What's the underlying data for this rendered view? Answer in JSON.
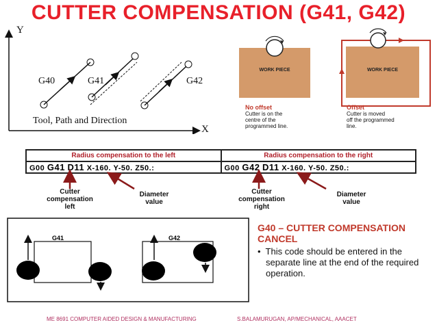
{
  "title": "CUTTER COMPENSATION (G41, G42)",
  "left_diagram": {
    "y_axis": "Y",
    "x_axis": "X",
    "labels": [
      "G40",
      "G41",
      "G42"
    ],
    "caption": "Tool, Path and Direction"
  },
  "workpieces": {
    "label": "WORK PIECE",
    "no_offset": {
      "title": "No offset",
      "lines": [
        "Cutter is on the",
        "centre of the",
        "programmed line."
      ]
    },
    "offset": {
      "title": "Offset",
      "lines": [
        "Cutter is moved",
        "off the programmed",
        "line."
      ]
    }
  },
  "command_table": {
    "left_header": "Radius compensation to the left",
    "right_header": "Radius compensation to the right",
    "left_code": {
      "pre": "G00 ",
      "g": "G41",
      "d": "D11",
      "post": " X-160.  Y-50.  Z50.:"
    },
    "right_code": {
      "pre": "G00 ",
      "g": "G42",
      "d": "D11",
      "post": " X-160.  Y-50.  Z50.:"
    }
  },
  "annotations": {
    "left_comp": [
      "Cutter",
      "compensation",
      "left"
    ],
    "left_diam": [
      "Diameter",
      "value"
    ],
    "right_comp": [
      "Cutter",
      "compensation",
      "right"
    ],
    "right_diam": [
      "Diameter",
      "value"
    ]
  },
  "lower_diagram": {
    "g41": "G41",
    "g42": "G42"
  },
  "right_text": {
    "heading": "G40 – CUTTER COMPENSATION CANCEL",
    "bullet": "This code should be entered in the separate line at the end of the required operation."
  },
  "footer": {
    "left": "ME 8691 COMPUTER AIDED DESIGN & MANUFACTURING",
    "right": "S.BALAMURUGAN, AP/MECHANICAL, AAACET"
  },
  "colors": {
    "title": "#e8202a",
    "workpiece": "#d49a6a",
    "offset_path": "#c0392b",
    "arrow": "#8b1a1a",
    "footer": "#b03060"
  }
}
